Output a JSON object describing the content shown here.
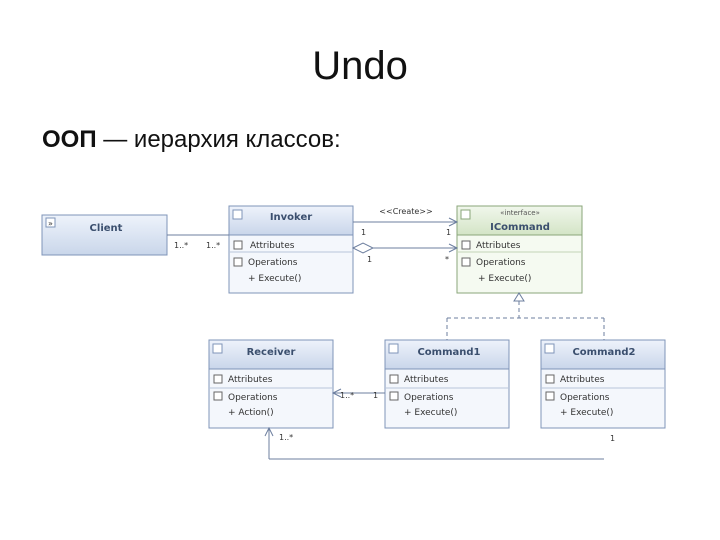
{
  "slide": {
    "title": "Undo",
    "subtitle_bold": "ООП",
    "subtitle_rest": " — иерархия классов:"
  },
  "diagram": {
    "classes": {
      "client": {
        "name": "Client"
      },
      "invoker": {
        "name": "Invoker",
        "attributes": "Attributes",
        "operations": "Operations",
        "op": "+ Execute()"
      },
      "icommand": {
        "name": "ICommand",
        "stereotype": "«interface»",
        "attributes": "Attributes",
        "operations": "Operations",
        "op": "+ Execute()"
      },
      "receiver": {
        "name": "Receiver",
        "attributes": "Attributes",
        "operations": "Operations",
        "op": "+ Action()"
      },
      "command1": {
        "name": "Command1",
        "attributes": "Attributes",
        "operations": "Operations",
        "op": "+ Execute()"
      },
      "command2": {
        "name": "Command2",
        "attributes": "Attributes",
        "operations": "Operations",
        "op": "+ Execute()"
      }
    },
    "labels": {
      "create": "<<Create>>",
      "client_mult": "1..*",
      "invoker_mult": "1..*",
      "create_mult": "1",
      "agg_invoker": "1",
      "agg_icommand": "*",
      "recv_mult": "1..*",
      "cmd1_mult": "1",
      "bottom_recv": "1..*",
      "bottom_cmd2": "1"
    },
    "colors": {
      "class_fill": "#dde6f3",
      "class_border": "#7f94b8",
      "interface_fill": "#e3eedb",
      "interface_border": "#8aa67a",
      "line": "#6d7f9f"
    }
  }
}
